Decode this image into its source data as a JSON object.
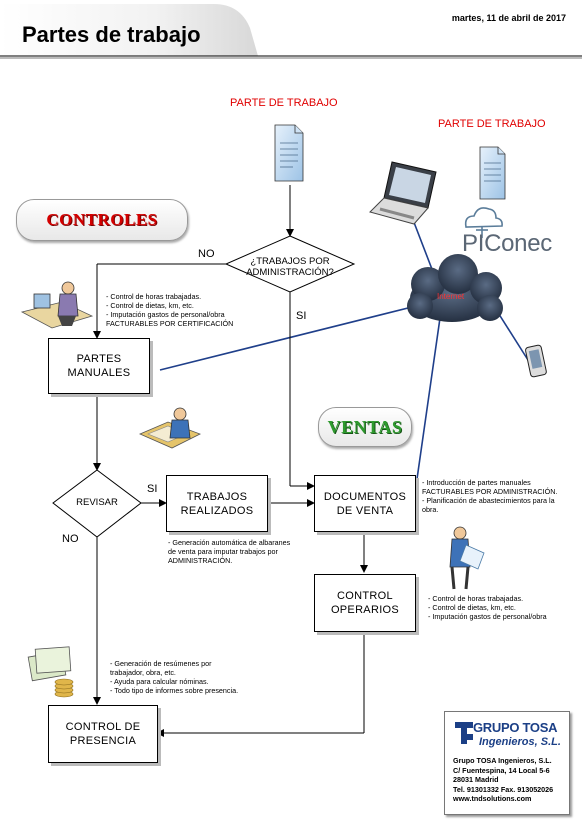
{
  "header": {
    "title": "Partes de trabajo",
    "date": "martes, 11 de abril de 2017"
  },
  "labels": {
    "parte_trabajo_1": "PARTE DE TRABAJO",
    "parte_trabajo_2": "PARTE DE TRABAJO",
    "controles": "CONTROLES",
    "ventas": "VENTAS",
    "no_1": "NO",
    "si_1": "SI",
    "si_2": "SI",
    "no_2": "NO",
    "internet": "Internet",
    "piconec": "PIConec"
  },
  "nodes": {
    "decision_trabajos": "¿TRABAJOS POR\nADMINISTRACIÓN?",
    "partes_manuales": "PARTES\nMANUALES",
    "revisar": "REVISAR",
    "trabajos_realizados": "TRABAJOS\nREALIZADOS",
    "documentos_venta": "DOCUMENTOS\nDE VENTA",
    "control_operarios": "CONTROL\nOPERARIOS",
    "control_presencia": "CONTROL DE\nPRESENCIA"
  },
  "notes": {
    "controles_notes": "- Control de horas trabajadas.\n- Control de dietas, km, etc.\n- Imputación gastos de personal/obra\nFACTURABLES POR CERTIFICACIÓN",
    "trabajos_notes": "- Generación automática de albaranes\nde venta para imputar trabajos por\nADMINISTRACIÓN.",
    "ventas_notes": "- Introducción de partes manuales\nFACTURABLES POR ADMINISTRACIÓN.\n- Planificación de abastecimientos para la\nobra.",
    "operarios_notes": "- Control de horas trabajadas.\n- Control de dietas, km, etc.\n- Imputación gastos de personal/obra",
    "presencia_notes": "- Generación de resúmenes por\ntrabajador, obra, etc.\n- Ayuda para calcular nóminas.\n- Todo tipo de informes sobre presencia."
  },
  "company": {
    "name_line1": "GRUPO TOSA",
    "name_line2": "Ingenieros, S.L.",
    "info": "Grupo TOSA Ingenieros, S.L.\nC/ Fuentespina, 14 Local 5-6\n28031 Madrid\nTel. 91301332 Fax. 913052026\nwww.tndsolutions.com"
  },
  "colors": {
    "red_label": "#e00000",
    "ventas_green": "#2e9a2e",
    "controles_red": "#d40000",
    "network_line": "#1f3f8a",
    "brand_blue": "#1b3f86"
  },
  "icons": [
    "document-icon",
    "laptop-icon",
    "cloud-icon",
    "phone-icon",
    "worker-desk-icon",
    "worker-plans-icon",
    "reports-coins-icon"
  ]
}
